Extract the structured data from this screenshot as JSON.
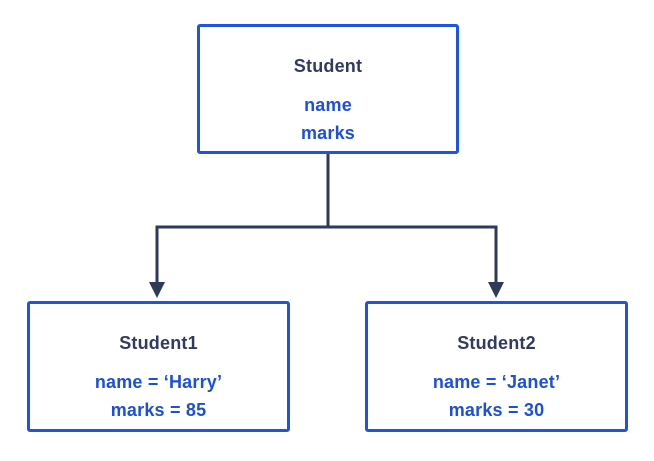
{
  "class_box": {
    "name": "Student",
    "fields": [
      "name",
      "marks"
    ]
  },
  "instances": [
    {
      "name": "Student1",
      "fields": [
        "name = ‘Harry’",
        "marks = 85"
      ]
    },
    {
      "name": "Student2",
      "fields": [
        "name = ‘Janet’",
        "marks = 30"
      ]
    }
  ],
  "colors": {
    "box_border_blue": "#1e55dc",
    "field_text_blue": "#1d4fd8",
    "title_navy": "#313a62",
    "connector_navy": "#2e3a59",
    "background": "#ffffff"
  }
}
